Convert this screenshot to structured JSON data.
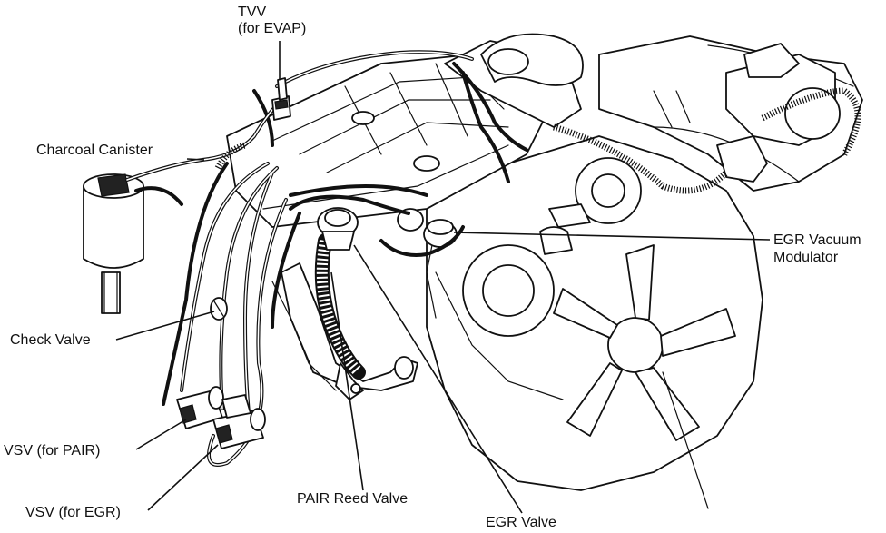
{
  "labels": {
    "tvv_line1": "TVV",
    "tvv_line2": "(for EVAP)",
    "charcoal_canister": "Charcoal Canister",
    "check_valve": "Check Valve",
    "vsv_pair": "VSV (for PAIR)",
    "vsv_egr": "VSV (for EGR)",
    "pair_reed_valve": "PAIR Reed Valve",
    "egr_valve": "EGR Valve",
    "egr_vacuum_modulator_line1": "EGR Vacuum",
    "egr_vacuum_modulator_line2": "Modulator"
  }
}
